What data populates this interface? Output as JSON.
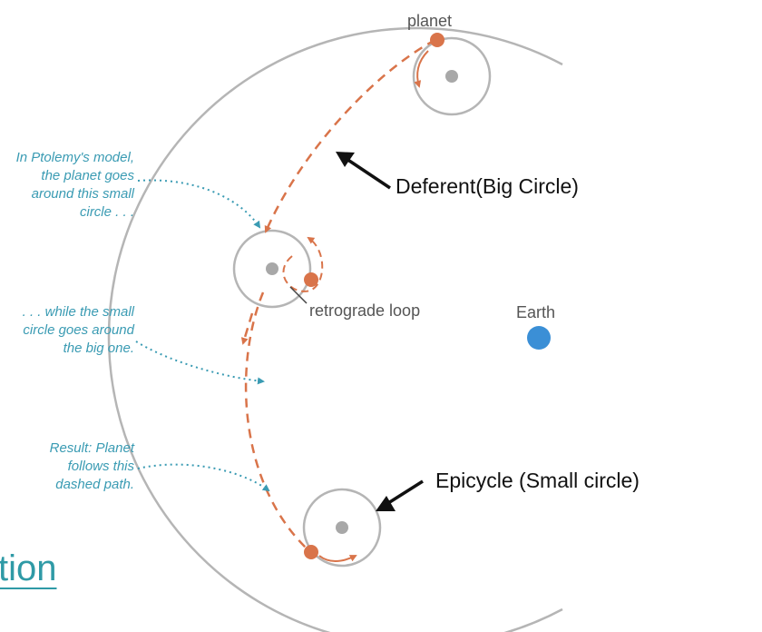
{
  "labels": {
    "planet": "planet",
    "earth": "Earth",
    "retrograde": "retrograde loop",
    "deferent": "Deferent(Big Circle)",
    "epicycle": "Epicycle (Small circle)"
  },
  "notes": {
    "note1": [
      "In Ptolemy's model,",
      "the planet goes",
      "around this small",
      "circle . . ."
    ],
    "note2": [
      ". . . while the small",
      "circle goes around",
      "the big one."
    ],
    "note3": [
      "Result: Planet",
      "follows this",
      "dashed path."
    ]
  },
  "link": {
    "text": "tion"
  },
  "colors": {
    "circle_gray": "#b5b5b5",
    "planet_orange": "#d9744a",
    "earth_blue": "#3b8fd6",
    "note_teal": "#3a9bb3",
    "link_teal": "#2f9aa6"
  }
}
